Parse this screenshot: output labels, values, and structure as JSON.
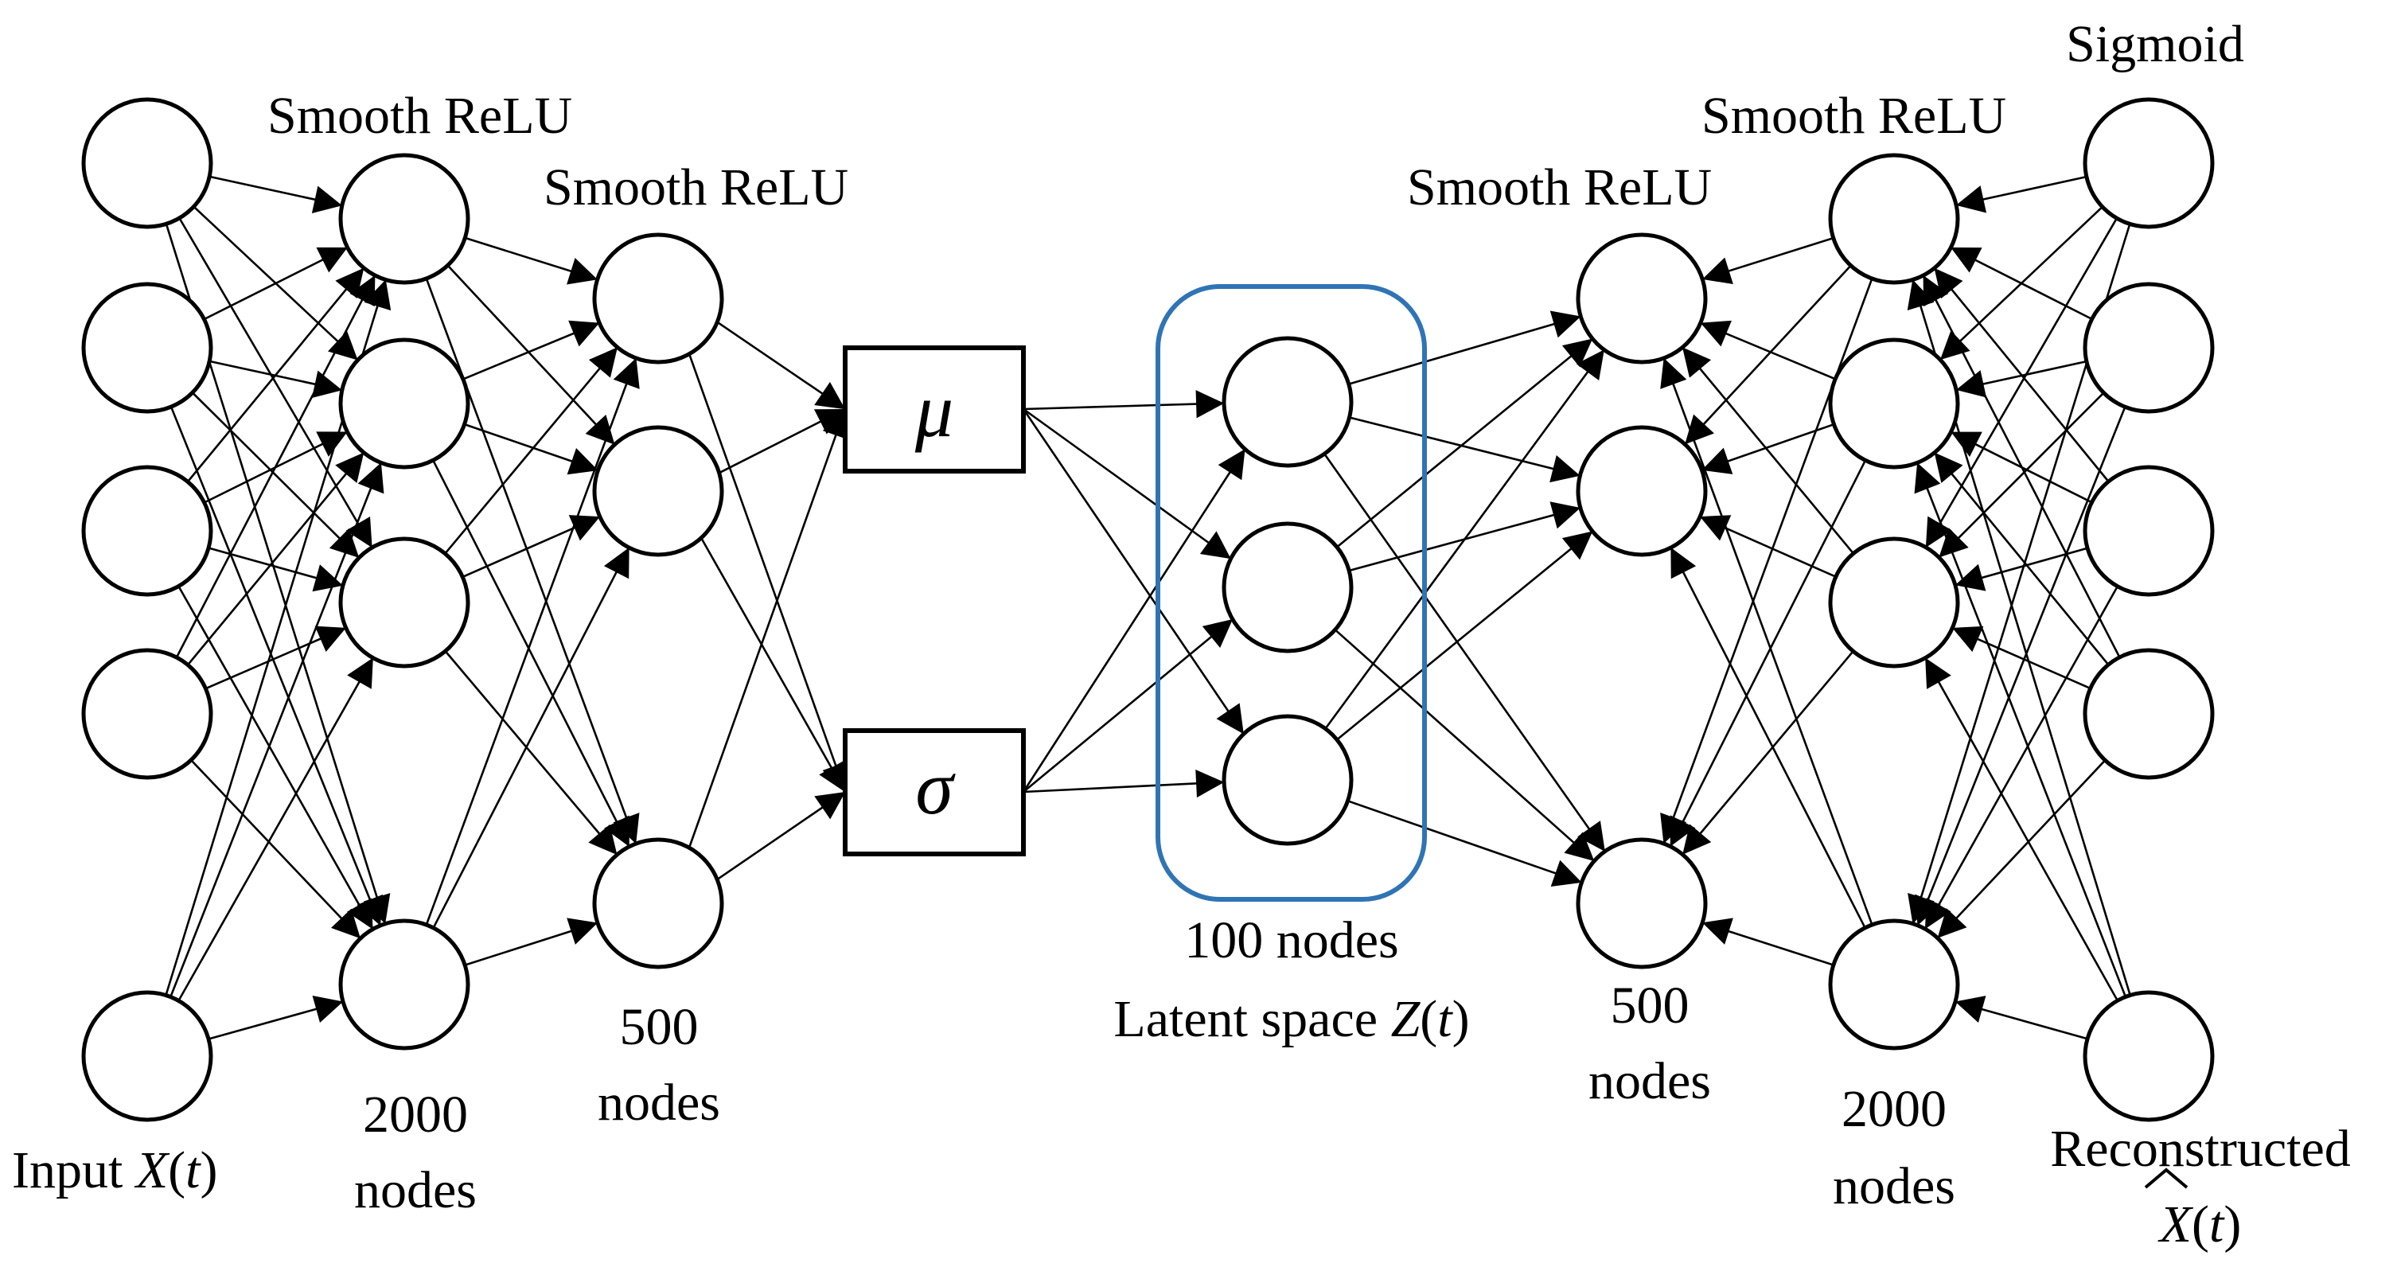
{
  "colors": {
    "stroke": "#000000",
    "latent_frame": "#2f74b5",
    "background": "#ffffff"
  },
  "labels": {
    "input_prefix": "Input ",
    "input_var": "X",
    "input_open": "(",
    "input_t": "t",
    "input_close": ")",
    "enc1_activation": "Smooth ReLU",
    "enc1_count": "2000",
    "enc1_unit": "nodes",
    "enc2_activation": "Smooth ReLU",
    "enc2_count": "500",
    "enc2_unit": "nodes",
    "mu": "μ",
    "sigma": "σ",
    "latent_count": "100 nodes",
    "latent_prefix": "Latent space ",
    "latent_var": "Z",
    "latent_open": "(",
    "latent_t": "t",
    "latent_close": ")",
    "dec1_activation": "Smooth ReLU",
    "dec1_count": "500",
    "dec1_unit": "nodes",
    "dec2_activation": "Smooth ReLU",
    "dec2_count": "2000",
    "dec2_unit": "nodes",
    "output_activation": "Sigmoid",
    "output_title": "Reconstructed",
    "output_var": "X",
    "output_open": "(",
    "output_t": "t",
    "output_close": ")"
  },
  "layers": [
    {
      "id": "input",
      "nodes": 5
    },
    {
      "id": "encoder-2000",
      "nodes": 4
    },
    {
      "id": "encoder-500",
      "nodes": 3
    },
    {
      "id": "mu-sigma",
      "nodes": 2
    },
    {
      "id": "latent",
      "nodes": 3
    },
    {
      "id": "decoder-500",
      "nodes": 3
    },
    {
      "id": "decoder-2000",
      "nodes": 4
    },
    {
      "id": "output",
      "nodes": 5
    }
  ]
}
